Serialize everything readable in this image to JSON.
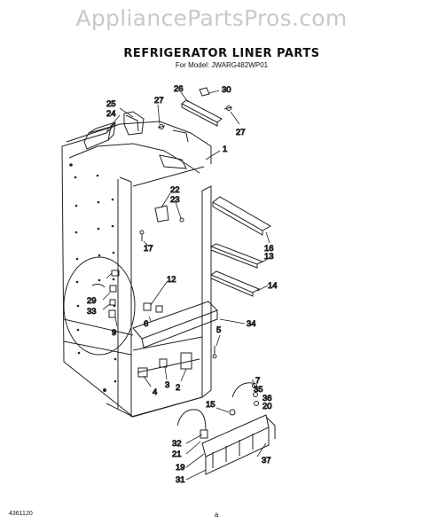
{
  "watermark": "AppliancePartsPros.com",
  "title": "REFRIGERATOR LINER PARTS",
  "model": "For Model: JWARG482WP01",
  "footer_code": "4361120",
  "footer_mark": "a",
  "callouts": [
    {
      "id": "1",
      "label": "1"
    },
    {
      "id": "2",
      "label": "2"
    },
    {
      "id": "3",
      "label": "3"
    },
    {
      "id": "4",
      "label": "4"
    },
    {
      "id": "5",
      "label": "5"
    },
    {
      "id": "6",
      "label": "6"
    },
    {
      "id": "7",
      "label": "7"
    },
    {
      "id": "9",
      "label": "9"
    },
    {
      "id": "12",
      "label": "12"
    },
    {
      "id": "13",
      "label": "13"
    },
    {
      "id": "14",
      "label": "14"
    },
    {
      "id": "15",
      "label": "15"
    },
    {
      "id": "16",
      "label": "16"
    },
    {
      "id": "17",
      "label": "17"
    },
    {
      "id": "19",
      "label": "19"
    },
    {
      "id": "20",
      "label": "20"
    },
    {
      "id": "21",
      "label": "21"
    },
    {
      "id": "22",
      "label": "22"
    },
    {
      "id": "23",
      "label": "23"
    },
    {
      "id": "24",
      "label": "24"
    },
    {
      "id": "25",
      "label": "25"
    },
    {
      "id": "26",
      "label": "26"
    },
    {
      "id": "27a",
      "label": "27"
    },
    {
      "id": "27b",
      "label": "27"
    },
    {
      "id": "29",
      "label": "29"
    },
    {
      "id": "30",
      "label": "30"
    },
    {
      "id": "31",
      "label": "31"
    },
    {
      "id": "32",
      "label": "32"
    },
    {
      "id": "33",
      "label": "33"
    },
    {
      "id": "34",
      "label": "34"
    },
    {
      "id": "35",
      "label": "35"
    },
    {
      "id": "36",
      "label": "36"
    },
    {
      "id": "37",
      "label": "37"
    }
  ]
}
